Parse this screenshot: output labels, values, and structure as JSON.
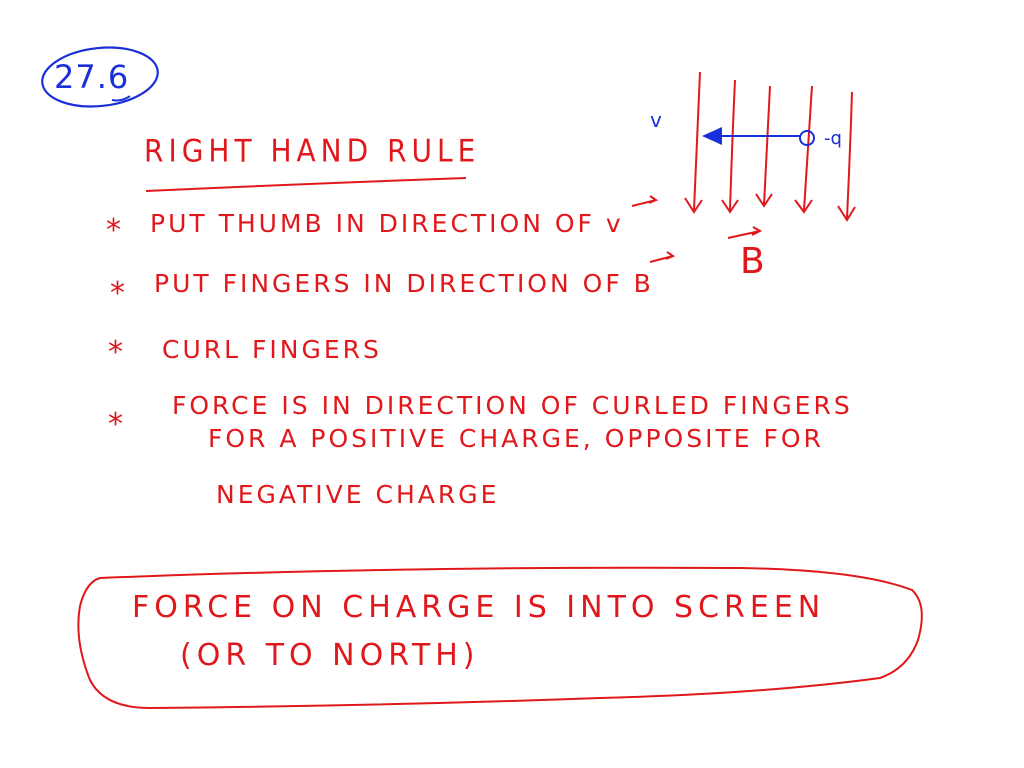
{
  "section": {
    "number": "27.6"
  },
  "notes": {
    "title": "RIGHT HAND RULE",
    "bullet_symbol": "*",
    "bullets": [
      {
        "lines": [
          "PUT  THUMB IN DIRECTION OF v"
        ]
      },
      {
        "lines": [
          "PUT  FINGERS IN DIRECTION OF B"
        ]
      },
      {
        "lines": [
          "CURL FINGERS"
        ]
      },
      {
        "lines": [
          "FORCE IS IN DIRECTION OF CURLED FINGERS",
          "FOR A POSITIVE CHARGE, OPPOSITE FOR",
          "NEGATIVE CHARGE"
        ]
      }
    ]
  },
  "diagram": {
    "velocity_label": "v",
    "charge_label": "-q",
    "field_label": "B",
    "field_line_count": 5
  },
  "answer_box": {
    "lines": [
      "FORCE ON CHARGE IS INTO SCREEN",
      "(OR TO NORTH)"
    ]
  },
  "colors": {
    "red_ink": "#e0181c",
    "blue_ink": "#1a2fd8",
    "background": "#ffffff"
  }
}
